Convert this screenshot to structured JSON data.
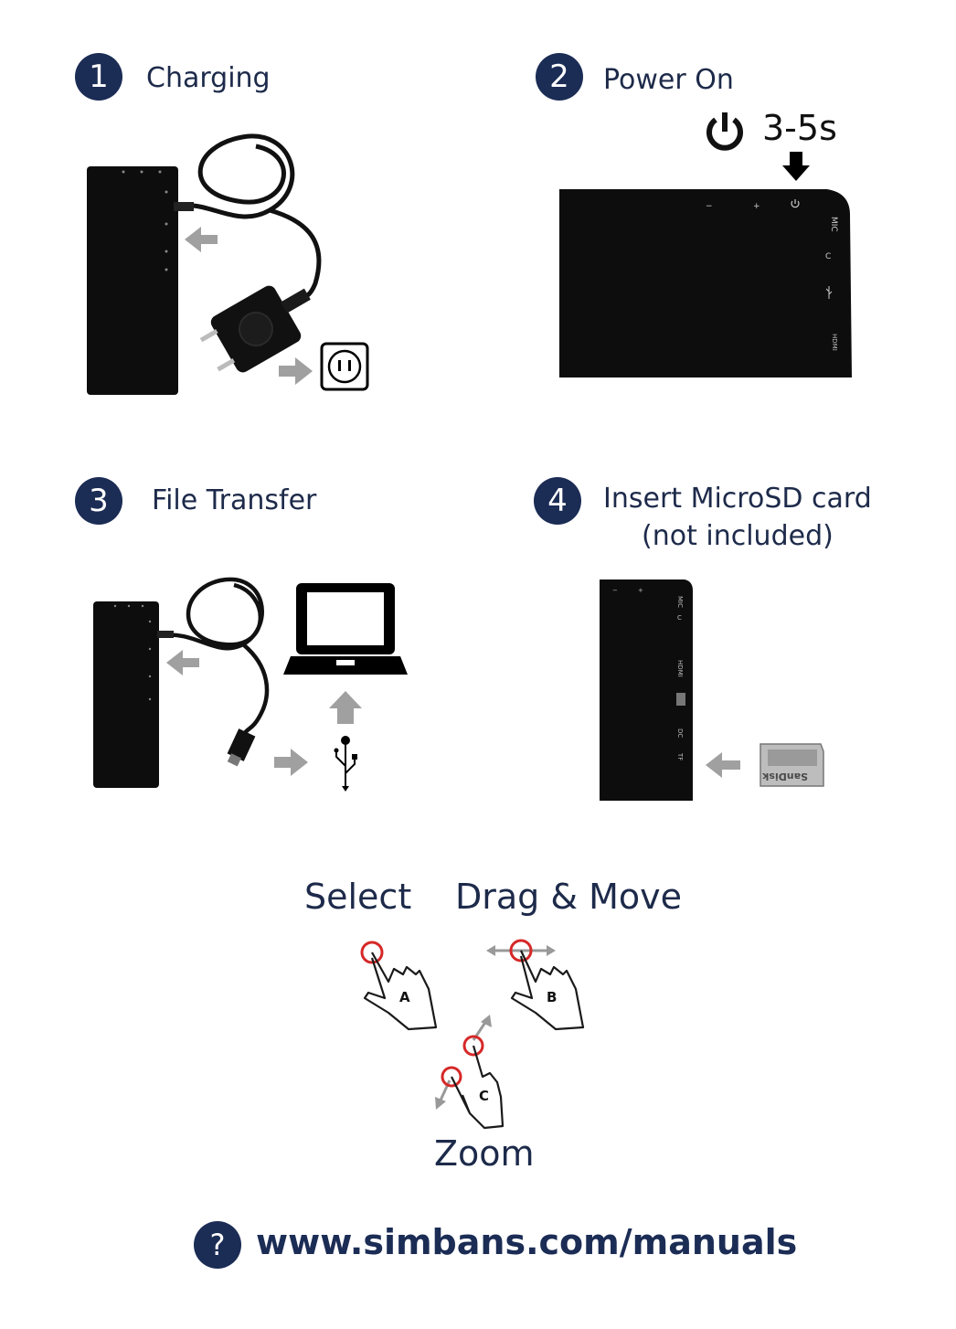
{
  "steps": [
    {
      "number": "1",
      "title": "Charging"
    },
    {
      "number": "2",
      "title": "Power On",
      "duration": "3-5s"
    },
    {
      "number": "3",
      "title": "File Transfer"
    },
    {
      "number": "4",
      "title_line1": "Insert MicroSD card",
      "title_line2": "(not included)"
    }
  ],
  "device_labels": {
    "minus": "−",
    "plus": "+",
    "mic": "MIC",
    "camera": "C",
    "hdmi": "HDMI",
    "tf": "TF",
    "dc": "DC"
  },
  "sd_card": {
    "brand": "SanDisk"
  },
  "gestures": {
    "select": {
      "label": "Select",
      "letter": "A"
    },
    "drag": {
      "label": "Drag & Move",
      "letter": "B"
    },
    "zoom": {
      "label": "Zoom",
      "letter": "C"
    }
  },
  "help": {
    "icon": "question-icon",
    "symbol": "?",
    "url": "www.simbans.com/manuals"
  },
  "colors": {
    "brand_navy": "#1b2c55",
    "arrow_gray": "#a0a0a0",
    "touch_red": "#d62828",
    "device_black": "#0d0d0d"
  }
}
